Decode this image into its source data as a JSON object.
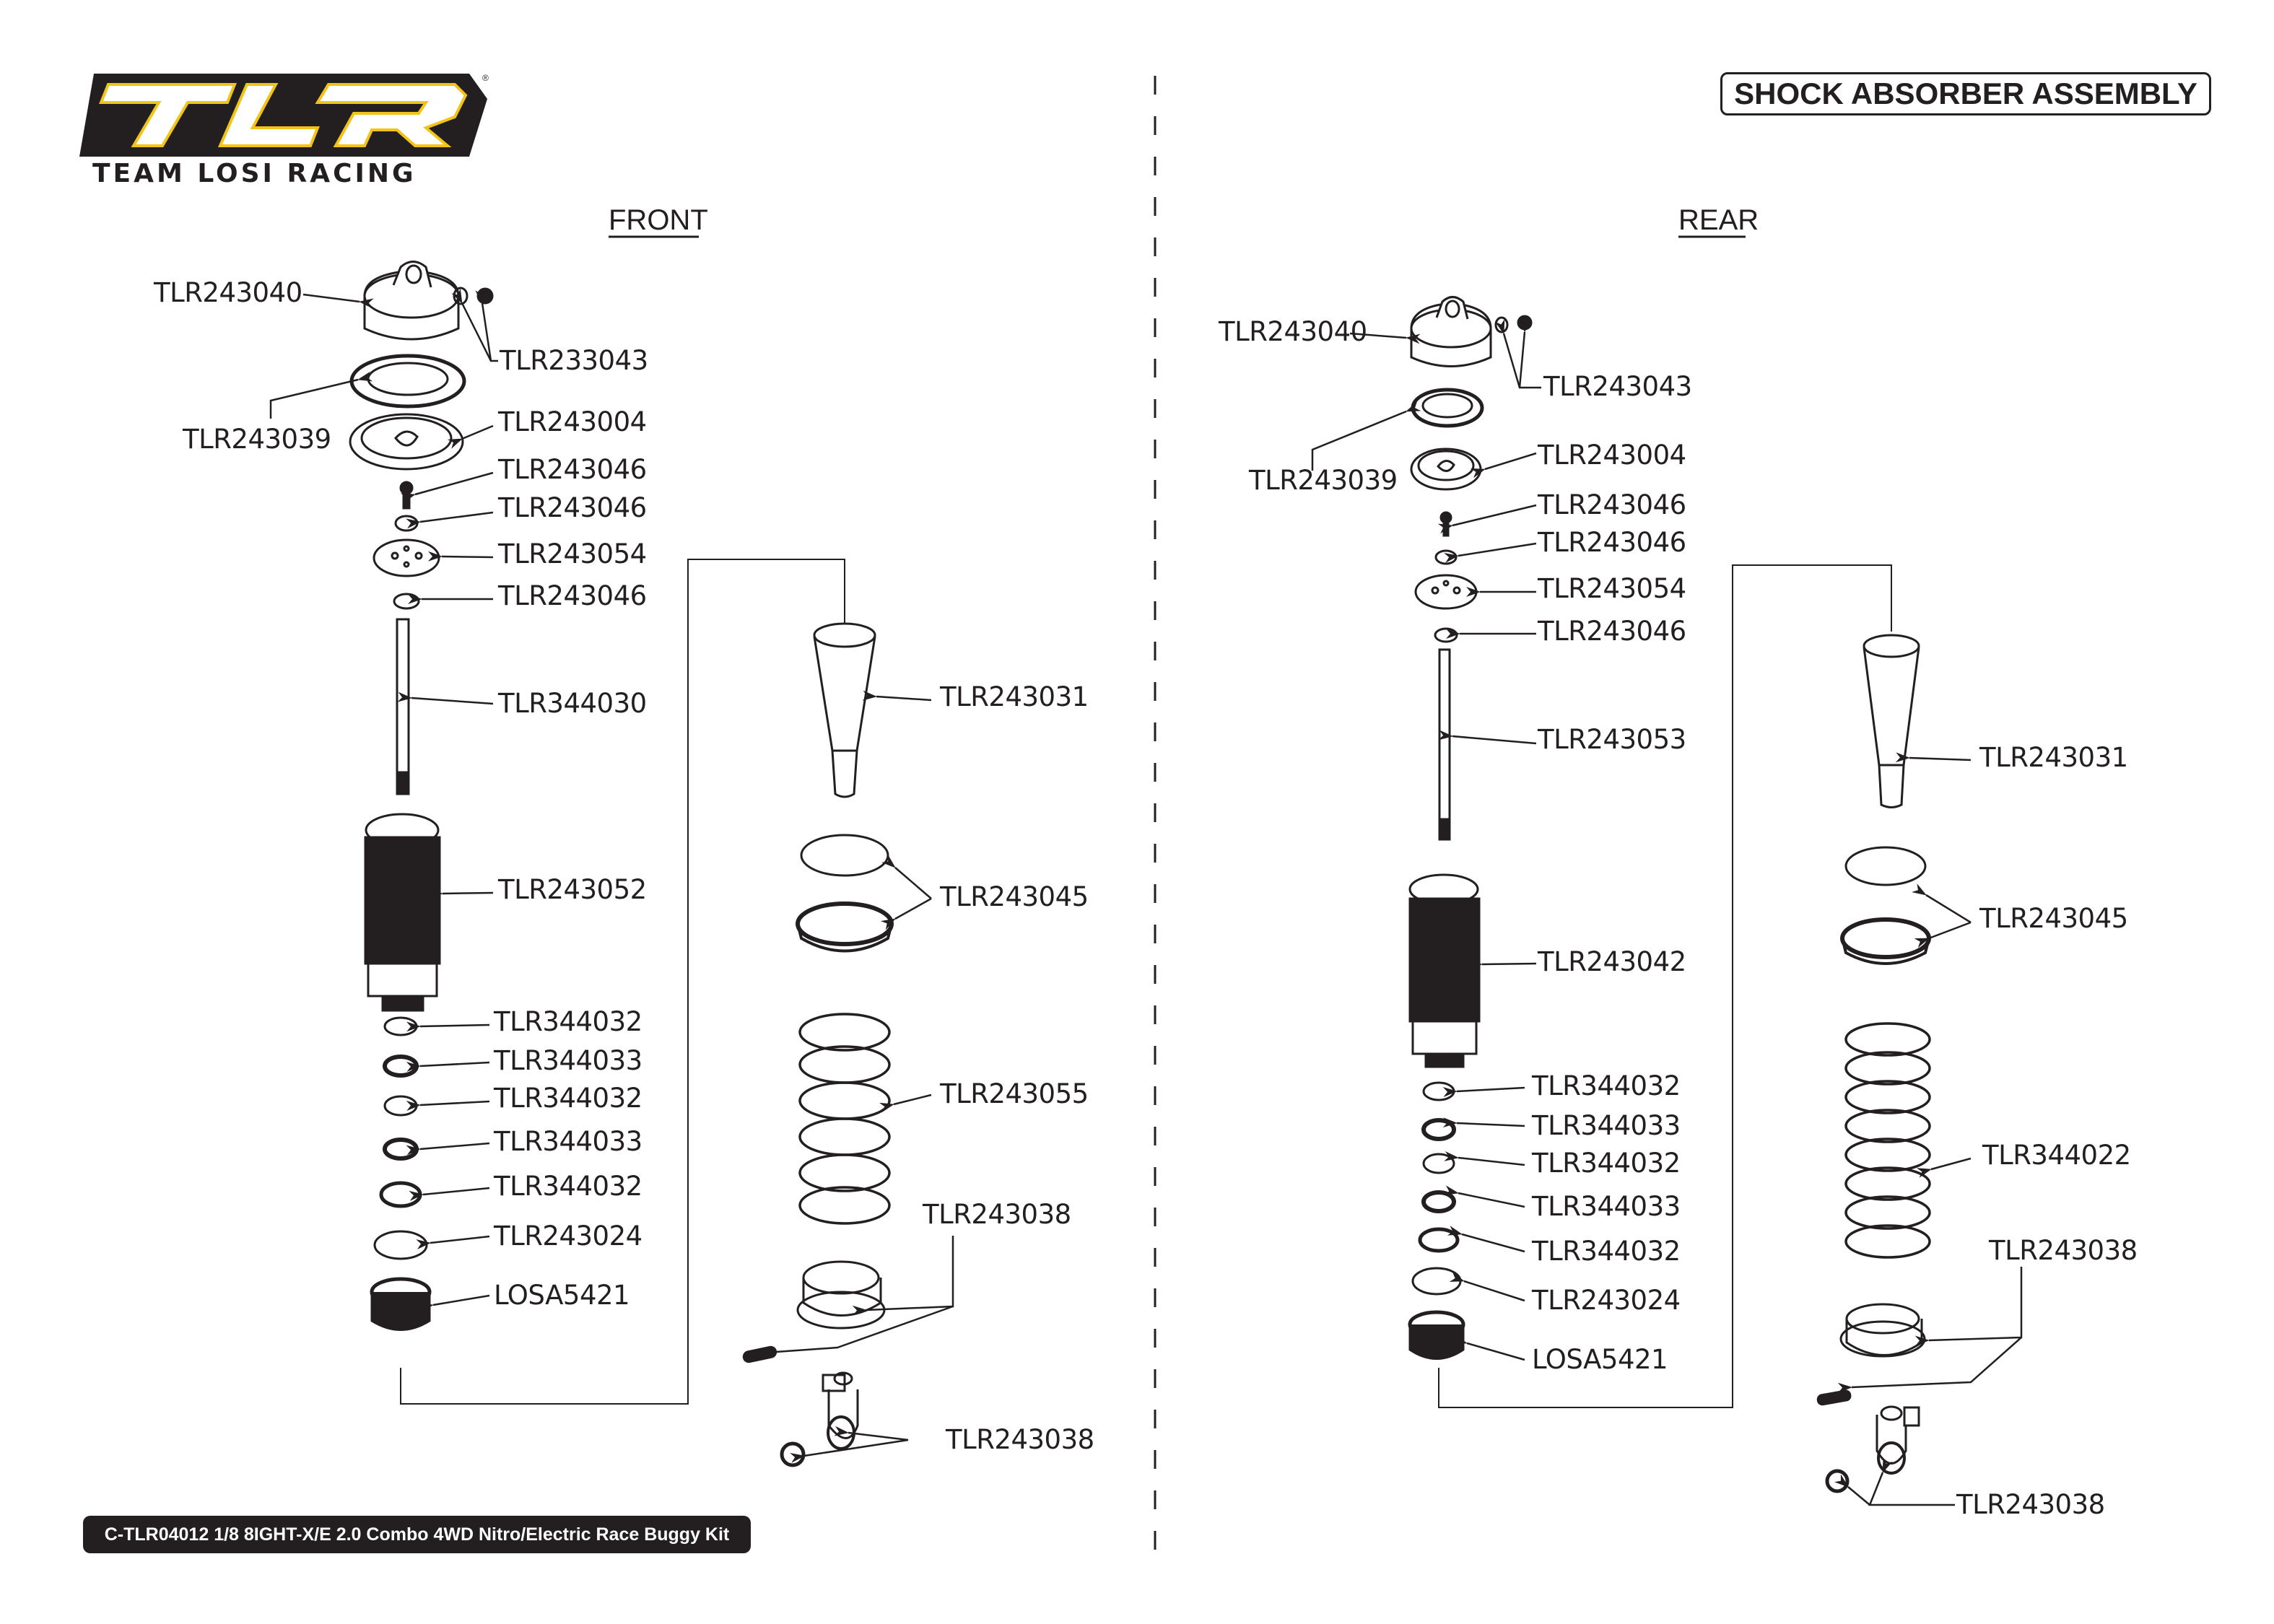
{
  "brand": {
    "logo_text": "TLR",
    "logo_subtitle": "TEAM LOSI RACING",
    "registered_mark": "®",
    "colors": {
      "logo_fill": "#231f20",
      "logo_accent": "#f2c418",
      "ink": "#231f20"
    }
  },
  "page": {
    "title": "SHOCK ABSORBER ASSEMBLY",
    "footer": "C-TLR04012 1/8 8IGHT-X/E 2.0 Combo 4WD Nitro/Electric Race Buggy Kit"
  },
  "front": {
    "heading": "FRONT",
    "labels": {
      "cap": "TLR243040",
      "bleed_screw": "TLR233043",
      "cap_insert": "TLR243039",
      "bladder": "TLR243004",
      "piston_screw": "TLR243046",
      "upper_washer": "TLR243046",
      "piston": "TLR243054",
      "lower_washer": "TLR243046",
      "shaft": "TLR344030",
      "body": "TLR243052",
      "spacer_1": "TLR344032",
      "oring_1": "TLR344033",
      "spacer_2": "TLR344032",
      "oring_2": "TLR344033",
      "spacer_3": "TLR344032",
      "body_oring": "TLR243024",
      "bottom_cap": "LOSA5421",
      "boot": "TLR243031",
      "collar": "TLR243045",
      "spring": "TLR243055",
      "spring_cup": "TLR243038",
      "rod_end": "TLR243038"
    }
  },
  "rear": {
    "heading": "REAR",
    "labels": {
      "cap": "TLR243040",
      "bleed_screw": "TLR243043",
      "cap_insert": "TLR243039",
      "bladder": "TLR243004",
      "piston_screw": "TLR243046",
      "upper_washer": "TLR243046",
      "piston": "TLR243054",
      "lower_washer": "TLR243046",
      "shaft": "TLR243053",
      "body": "TLR243042",
      "spacer_1": "TLR344032",
      "oring_1": "TLR344033",
      "spacer_2": "TLR344032",
      "oring_2": "TLR344033",
      "spacer_3": "TLR344032",
      "body_oring": "TLR243024",
      "bottom_cap": "LOSA5421",
      "boot": "TLR243031",
      "collar": "TLR243045",
      "spring": "TLR344022",
      "spring_cup": "TLR243038",
      "rod_end": "TLR243038"
    }
  }
}
